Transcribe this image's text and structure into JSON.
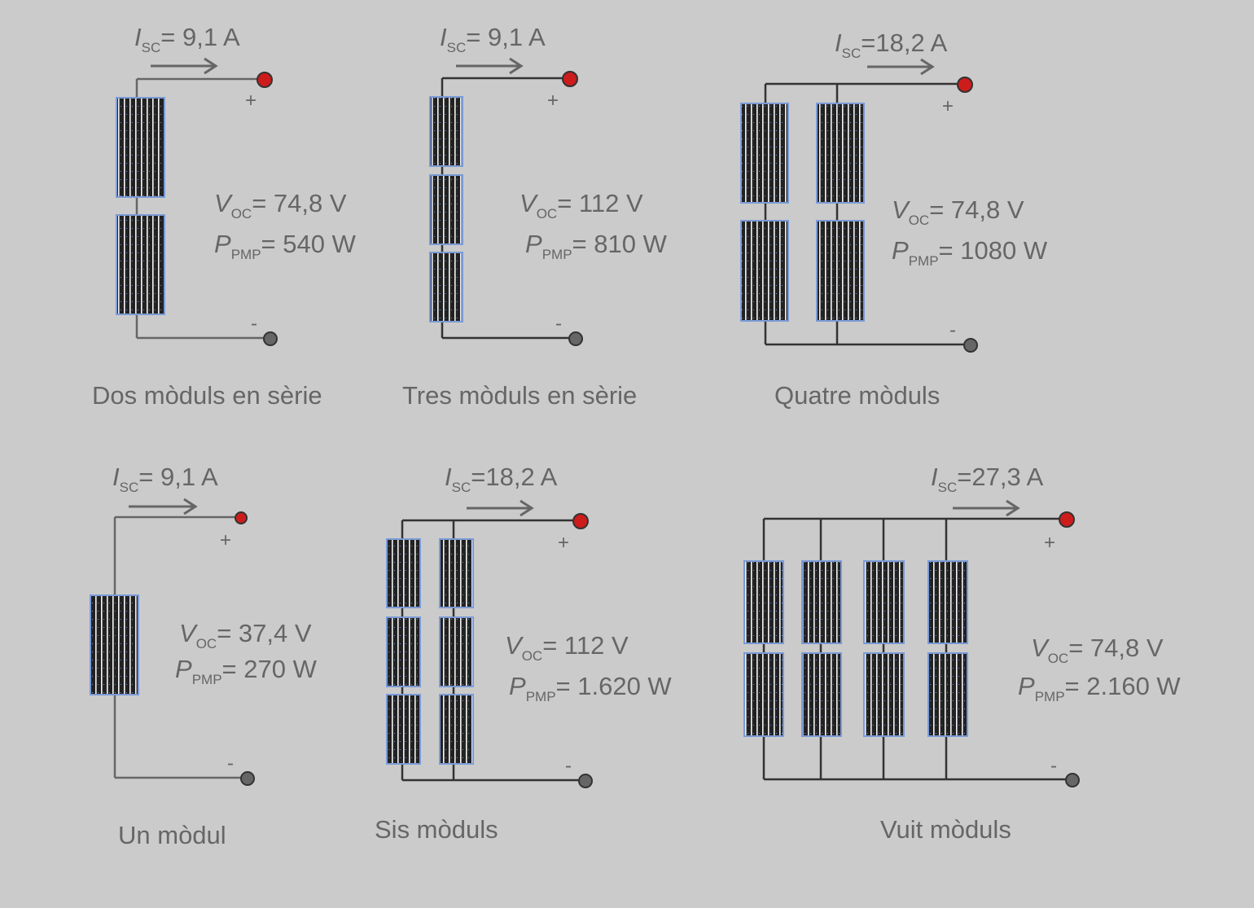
{
  "symbols": {
    "current": "I",
    "current_sub": "SC",
    "voltage": "V",
    "voltage_sub": "OC",
    "power": "P",
    "power_sub": "PMP",
    "plus": "+",
    "minus": "-"
  },
  "colors": {
    "background": "#cbcbcb",
    "text": "#666666",
    "positive_terminal": "#cc1c1c",
    "negative_terminal": "#666666",
    "panel_cells": "#222222",
    "panel_frame": "#7a9ad6"
  },
  "diagrams": [
    {
      "label": "Dos mòduls en sèrie",
      "isc": "= 9,1 A",
      "voc": "= 74,8 V",
      "ppmp": "= 540 W",
      "modules_series": 2,
      "strings_parallel": 1
    },
    {
      "label": "Tres mòduls en sèrie",
      "isc": "= 9,1 A",
      "voc": "= 112 V",
      "ppmp": "= 810 W",
      "modules_series": 3,
      "strings_parallel": 1
    },
    {
      "label": "Quatre mòduls",
      "isc": "=18,2 A",
      "voc": "= 74,8 V",
      "ppmp": "= 1080 W",
      "modules_series": 2,
      "strings_parallel": 2
    },
    {
      "label": "Un mòdul",
      "isc": "= 9,1 A",
      "voc": "= 37,4 V",
      "ppmp": "= 270 W",
      "modules_series": 1,
      "strings_parallel": 1
    },
    {
      "label": "Sis mòduls",
      "isc": "=18,2 A",
      "voc": "= 112 V",
      "ppmp": "= 1.620 W",
      "modules_series": 3,
      "strings_parallel": 2
    },
    {
      "label": "Vuit mòduls",
      "isc": "=27,3 A",
      "voc": "= 74,8 V",
      "ppmp": "= 2.160 W",
      "modules_series": 2,
      "strings_parallel": 4
    }
  ]
}
